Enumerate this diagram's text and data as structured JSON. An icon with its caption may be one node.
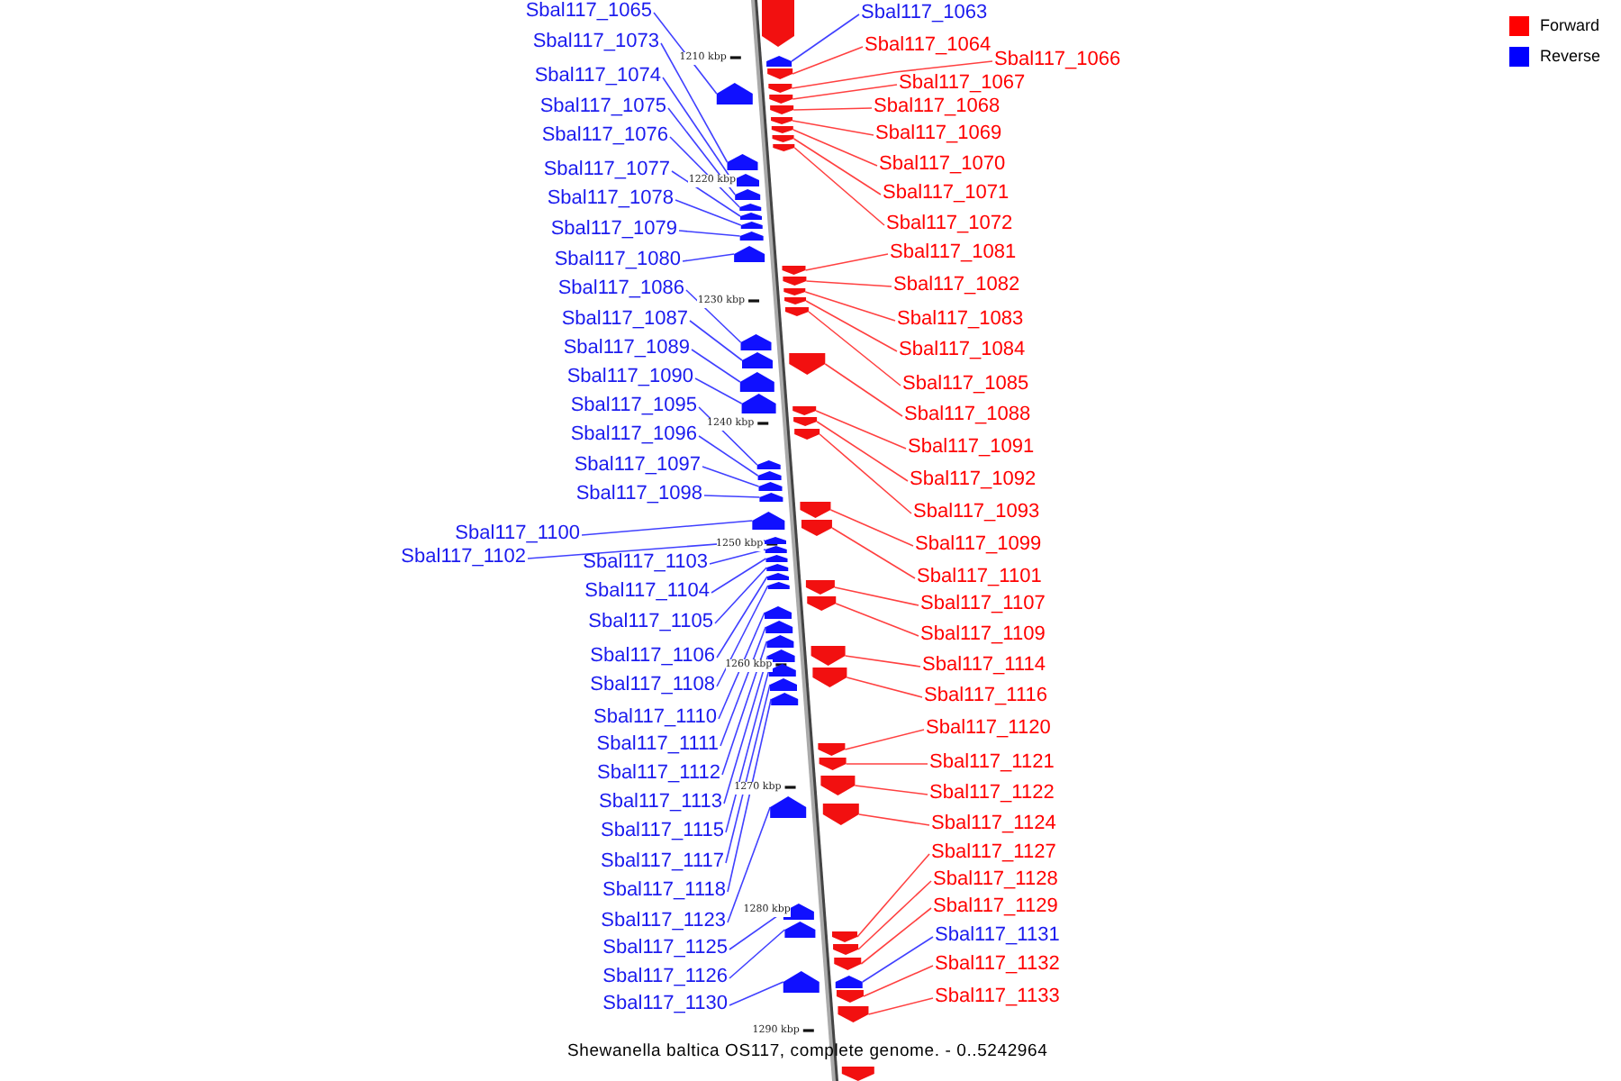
{
  "diagram": {
    "caption": "Shewanella baltica OS117, complete genome. - 0..5242964",
    "nodes": [
      {
        "text": [
          "Sbal117_1065"
        ]
      },
      {
        "text": [
          "Sbal117_1073"
        ]
      },
      {
        "text": [
          "Sbal117_1074"
        ]
      },
      {
        "text": [
          "Sbal117_1075"
        ]
      },
      {
        "text": [
          "Sbal117_1076"
        ]
      },
      {
        "text": [
          "Sbal117_1077"
        ]
      },
      {
        "text": [
          "Sbal117_1078"
        ]
      },
      {
        "text": [
          "Sbal117_1079"
        ]
      },
      {
        "text": [
          "Sbal117_1080"
        ]
      },
      {
        "text": [
          "Sbal117_1086"
        ]
      },
      {
        "text": [
          "Sbal117_1087"
        ]
      },
      {
        "text": [
          "Sbal117_1089"
        ]
      },
      {
        "text": [
          "Sbal117_1090"
        ]
      },
      {
        "text": [
          "Sbal117_1095"
        ]
      },
      {
        "text": [
          "Sbal117_1096"
        ]
      },
      {
        "text": [
          "Sbal117_1097"
        ]
      },
      {
        "text": [
          "Sbal117_1098"
        ]
      },
      {
        "text": [
          "Sbal117_1100"
        ]
      },
      {
        "text": [
          "Sbal117_1102"
        ]
      },
      {
        "text": [
          "Sbal117_1103"
        ]
      },
      {
        "text": [
          "Sbal117_1104"
        ]
      },
      {
        "text": [
          "Sbal117_1105"
        ]
      },
      {
        "text": [
          "Sbal117_1106"
        ]
      },
      {
        "text": [
          "Sbal117_1108"
        ]
      },
      {
        "text": [
          "Sbal117_1110"
        ]
      },
      {
        "text": [
          "Sbal117_1111"
        ]
      },
      {
        "text": [
          "Sbal117_1112"
        ]
      },
      {
        "text": [
          "Sbal117_1113"
        ]
      },
      {
        "text": [
          "Sbal117_1115"
        ]
      },
      {
        "text": [
          "Sbal117_1117"
        ]
      },
      {
        "text": [
          "Sbal117_1118"
        ]
      },
      {
        "text": [
          "Sbal117_1123"
        ]
      },
      {
        "text": [
          "Sbal117_1125"
        ]
      },
      {
        "text": [
          "Sbal117_1126"
        ]
      },
      {
        "text": [
          "Sbal117_1130"
        ]
      },
      {
        "text": [
          "Sbal117_1063"
        ]
      },
      {
        "text": [
          "Sbal117_1064"
        ]
      },
      {
        "text": [
          "Sbal117_1066"
        ]
      },
      {
        "text": [
          "Sbal117_1067"
        ]
      },
      {
        "text": [
          "Sbal117_1068"
        ]
      },
      {
        "text": [
          "Sbal117_1069"
        ]
      },
      {
        "text": [
          "Sbal117_1070"
        ]
      },
      {
        "text": [
          "Sbal117_1071"
        ]
      },
      {
        "text": [
          "Sbal117_1072"
        ]
      },
      {
        "text": [
          "Sbal117_1081"
        ]
      },
      {
        "text": [
          "Sbal117_1082"
        ]
      },
      {
        "text": [
          "Sbal117_1083"
        ]
      },
      {
        "text": [
          "Sbal117_1084"
        ]
      },
      {
        "text": [
          "Sbal117_1085"
        ]
      },
      {
        "text": [
          "Sbal117_1088"
        ]
      },
      {
        "text": [
          "Sbal117_1091"
        ]
      },
      {
        "text": [
          "Sbal117_1092"
        ]
      },
      {
        "text": [
          "Sbal117_1093"
        ]
      },
      {
        "text": [
          "Sbal117_1099"
        ]
      },
      {
        "text": [
          "Sbal117_1101"
        ]
      },
      {
        "text": [
          "Sbal117_1107"
        ]
      },
      {
        "text": [
          "Sbal117_1109"
        ]
      },
      {
        "text": [
          "Sbal117_1114"
        ]
      },
      {
        "text": [
          "Sbal117_1116"
        ]
      },
      {
        "text": [
          "Sbal117_1120"
        ]
      },
      {
        "text": [
          "Sbal117_1121"
        ]
      },
      {
        "text": [
          "Sbal117_1122"
        ]
      },
      {
        "text": [
          "Sbal117_1124"
        ]
      },
      {
        "text": [
          "Sbal117_1127"
        ]
      },
      {
        "text": [
          "Sbal117_1128"
        ]
      },
      {
        "text": [
          "Sbal117_1129"
        ]
      },
      {
        "text": [
          "Sbal117_1131"
        ]
      },
      {
        "text": [
          "Sbal117_1132"
        ]
      },
      {
        "text": [
          "Sbal117_1133"
        ]
      },
      {
        "text": [],
        "shape": "bar"
      },
      {
        "text": [],
        "shape": "bar"
      },
      {
        "text": [],
        "shape": "bar"
      },
      {
        "text": [],
        "shape": "bar"
      },
      {
        "text": [],
        "shape": "bar"
      },
      {
        "text": [],
        "shape": "bar"
      },
      {
        "text": [],
        "shape": "bar"
      },
      {
        "text": [],
        "shape": "bar"
      },
      {
        "text": [],
        "shape": "bar"
      },
      {
        "text": [],
        "shape": "bar"
      },
      {
        "text": [],
        "shape": "bar"
      },
      {
        "text": [],
        "shape": "bar"
      },
      {
        "text": [],
        "shape": "bar"
      },
      {
        "text": [],
        "shape": "bar"
      },
      {
        "text": [],
        "shape": "bar"
      },
      {
        "text": [],
        "shape": "bar"
      },
      {
        "text": [],
        "shape": "bar"
      },
      {
        "text": [],
        "shape": "bar"
      },
      {
        "text": [],
        "shape": "bar"
      },
      {
        "text": [],
        "shape": "bar"
      },
      {
        "text": [],
        "shape": "bar"
      },
      {
        "text": [],
        "shape": "bar"
      },
      {
        "text": [],
        "shape": "bar"
      },
      {
        "text": [],
        "shape": "bar"
      },
      {
        "text": [],
        "shape": "bar"
      },
      {
        "text": [],
        "shape": "bar"
      },
      {
        "text": [],
        "shape": "bar"
      },
      {
        "text": [],
        "shape": "bar"
      },
      {
        "text": [],
        "shape": "bar"
      },
      {
        "text": [],
        "shape": "bar"
      },
      {
        "text": [],
        "shape": "bar"
      },
      {
        "text": [],
        "shape": "bar"
      },
      {
        "text": [],
        "shape": "bar"
      },
      {
        "text": [],
        "shape": "bar"
      },
      {
        "text": [],
        "shape": "bar"
      },
      {
        "text": [],
        "shape": "bar"
      },
      {
        "text": [],
        "shape": "bar"
      },
      {
        "text": [],
        "shape": "bar"
      },
      {
        "text": [],
        "shape": "bar"
      },
      {
        "text": [],
        "shape": "bar"
      },
      {
        "text": [],
        "shape": "bar"
      },
      {
        "text": [],
        "shape": "bar"
      },
      {
        "text": [],
        "shape": "bar"
      },
      {
        "text": [],
        "shape": "bar"
      },
      {
        "text": [],
        "shape": "bar"
      },
      {
        "text": [],
        "shape": "bar"
      },
      {
        "text": [],
        "shape": "bar"
      },
      {
        "text": [],
        "shape": "bar"
      },
      {
        "text": [],
        "shape": "bar"
      },
      {
        "text": [],
        "shape": "bar"
      },
      {
        "text": [],
        "shape": "bar"
      },
      {
        "text": [],
        "shape": "bar"
      },
      {
        "text": [],
        "shape": "bar"
      },
      {
        "text": [],
        "shape": "bar"
      },
      {
        "text": [],
        "shape": "bar"
      },
      {
        "text": [],
        "shape": "bar"
      },
      {
        "text": [],
        "shape": "bar"
      },
      {
        "text": [],
        "shape": "bar"
      },
      {
        "text": [],
        "shape": "bar"
      },
      {
        "text": [],
        "shape": "bar"
      },
      {
        "text": [],
        "shape": "bar"
      },
      {
        "text": [],
        "shape": "bar"
      },
      {
        "text": [],
        "shape": "bar"
      },
      {
        "text": [],
        "shape": "bar"
      },
      {
        "text": [],
        "shape": "bar"
      },
      {
        "text": [],
        "shape": "bar"
      },
      {
        "text": [],
        "shape": "bar"
      },
      {
        "text": [],
        "shape": "bar"
      },
      {
        "text": [],
        "shape": "bar"
      }
    ],
    "edges": [
      {
        "from": 0,
        "to": 69,
        "arrow": "none"
      },
      {
        "from": 1,
        "to": 70,
        "arrow": "none"
      },
      {
        "from": 2,
        "to": 71,
        "arrow": "none"
      },
      {
        "from": 3,
        "to": 72,
        "arrow": "none"
      },
      {
        "from": 4,
        "to": 73,
        "arrow": "none"
      },
      {
        "from": 5,
        "to": 74,
        "arrow": "none"
      },
      {
        "from": 6,
        "to": 75,
        "arrow": "none"
      },
      {
        "from": 7,
        "to": 76,
        "arrow": "none"
      },
      {
        "from": 8,
        "to": 77,
        "arrow": "none"
      },
      {
        "from": 9,
        "to": 78,
        "arrow": "none"
      },
      {
        "from": 10,
        "to": 79,
        "arrow": "none"
      },
      {
        "from": 11,
        "to": 80,
        "arrow": "none"
      },
      {
        "from": 12,
        "to": 81,
        "arrow": "none"
      },
      {
        "from": 13,
        "to": 82,
        "arrow": "none"
      },
      {
        "from": 14,
        "to": 83,
        "arrow": "none"
      },
      {
        "from": 15,
        "to": 84,
        "arrow": "none"
      },
      {
        "from": 16,
        "to": 85,
        "arrow": "none"
      },
      {
        "from": 17,
        "to": 86,
        "arrow": "none"
      },
      {
        "from": 18,
        "to": 87,
        "arrow": "none"
      },
      {
        "from": 19,
        "to": 88,
        "arrow": "none"
      },
      {
        "from": 20,
        "to": 89,
        "arrow": "none"
      },
      {
        "from": 21,
        "to": 90,
        "arrow": "none"
      },
      {
        "from": 22,
        "to": 91,
        "arrow": "none"
      },
      {
        "from": 23,
        "to": 92,
        "arrow": "none"
      },
      {
        "from": 24,
        "to": 93,
        "arrow": "none"
      },
      {
        "from": 25,
        "to": 94,
        "arrow": "none"
      },
      {
        "from": 26,
        "to": 95,
        "arrow": "none"
      },
      {
        "from": 27,
        "to": 96,
        "arrow": "none"
      },
      {
        "from": 28,
        "to": 97,
        "arrow": "none"
      },
      {
        "from": 29,
        "to": 98,
        "arrow": "none"
      },
      {
        "from": 30,
        "to": 99,
        "arrow": "none"
      },
      {
        "from": 31,
        "to": 100,
        "arrow": "none"
      },
      {
        "from": 32,
        "to": 101,
        "arrow": "none"
      },
      {
        "from": 33,
        "to": 102,
        "arrow": "none"
      },
      {
        "from": 34,
        "to": 103,
        "arrow": "none"
      },
      {
        "from": 35,
        "to": 104,
        "arrow": "none"
      },
      {
        "from": 36,
        "to": 105,
        "arrow": "none",
        "color": "#ff0000"
      },
      {
        "from": 37,
        "to": 106,
        "arrow": "none",
        "color": "#ff0000"
      },
      {
        "from": 38,
        "to": 107,
        "arrow": "none",
        "color": "#ff0000"
      },
      {
        "from": 39,
        "to": 108,
        "arrow": "none",
        "color": "#ff0000"
      },
      {
        "from": 40,
        "to": 109,
        "arrow": "none",
        "color": "#ff0000"
      },
      {
        "from": 41,
        "to": 110,
        "arrow": "none",
        "color": "#ff0000"
      },
      {
        "from": 42,
        "to": 111,
        "arrow": "none",
        "color": "#ff0000"
      },
      {
        "from": 43,
        "to": 112,
        "arrow": "none",
        "color": "#ff0000"
      },
      {
        "from": 44,
        "to": 113,
        "arrow": "none",
        "color": "#ff0000"
      },
      {
        "from": 45,
        "to": 114,
        "arrow": "none",
        "color": "#ff0000"
      },
      {
        "from": 46,
        "to": 115,
        "arrow": "none",
        "color": "#ff0000"
      },
      {
        "from": 47,
        "to": 116,
        "arrow": "none",
        "color": "#ff0000"
      },
      {
        "from": 48,
        "to": 117,
        "arrow": "none",
        "color": "#ff0000"
      },
      {
        "from": 49,
        "to": 118,
        "arrow": "none",
        "color": "#ff0000"
      },
      {
        "from": 50,
        "to": 119,
        "arrow": "none",
        "color": "#ff0000"
      },
      {
        "from": 51,
        "to": 120,
        "arrow": "none",
        "color": "#ff0000"
      },
      {
        "from": 52,
        "to": 121,
        "arrow": "none",
        "color": "#ff0000"
      },
      {
        "from": 53,
        "to": 122,
        "arrow": "none",
        "color": "#ff0000"
      },
      {
        "from": 54,
        "to": 123,
        "arrow": "none",
        "color": "#ff0000"
      },
      {
        "from": 55,
        "to": 124,
        "arrow": "none",
        "color": "#ff0000"
      },
      {
        "from": 56,
        "to": 125,
        "arrow": "none",
        "color": "#ff0000"
      },
      {
        "from": 57,
        "to": 126,
        "arrow": "none",
        "color": "#ff0000"
      },
      {
        "from": 58,
        "to": 127,
        "arrow": "none",
        "color": "#ff0000"
      },
      {
        "from": 59,
        "to": 128,
        "arrow": "none",
        "color": "#ff0000"
      },
      {
        "from": 60,
        "to": 129,
        "arrow": "none",
        "color": "#ff0000"
      },
      {
        "from": 61,
        "to": 130,
        "arrow": "none",
        "color": "#ff0000"
      },
      {
        "from": 62,
        "to": 131,
        "arrow": "none",
        "color": "#ff0000"
      },
      {
        "from": 63,
        "to": 132,
        "arrow": "none",
        "color": "#ff0000"
      },
      {
        "from": 64,
        "to": 133,
        "arrow": "none",
        "color": "#ff0000"
      },
      {
        "from": 65,
        "to": 134,
        "arrow": "none",
        "color": "#ff0000"
      },
      {
        "from": 66,
        "to": 135,
        "arrow": "none"
      },
      {
        "from": 67,
        "to": 136,
        "arrow": "none",
        "color": "#ff0000"
      },
      {
        "from": 68,
        "to": 137,
        "arrow": "none",
        "color": "#ff0000"
      }
    ],
    "labels": [
      "1210 kbp",
      "1220 kbp",
      "1230 kbp",
      "1240 kbp",
      "1250 kbp",
      "1260 kbp",
      "1270 kbp",
      "1280 kbp",
      "1290 kbp"
    ],
    "legend": [
      {
        "text": "Forward",
        "color": "#ff0000"
      },
      {
        "text": "Reverse",
        "color": "#0000ff"
      }
    ]
  }
}
